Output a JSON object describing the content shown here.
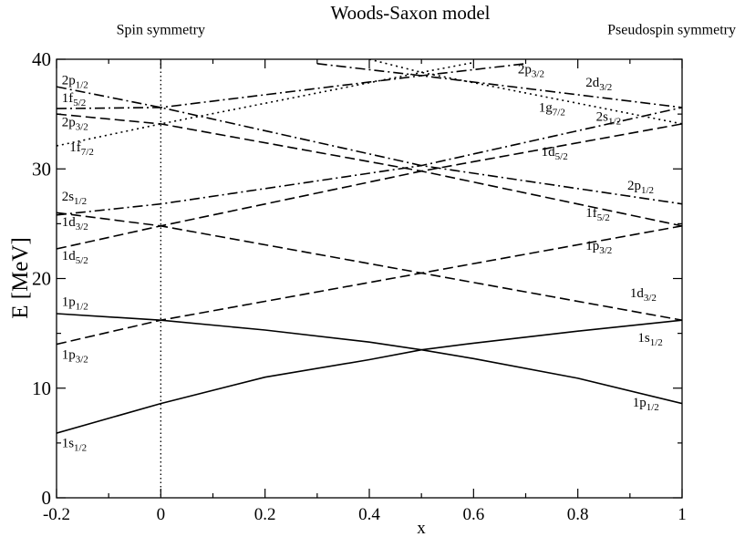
{
  "chart_data": {
    "type": "line",
    "title": "Woods-Saxon model",
    "xlabel": "x",
    "ylabel": "E [MeV]",
    "xlim": [
      -0.2,
      1.0
    ],
    "ylim": [
      0,
      40
    ],
    "xticks": [
      -0.2,
      0,
      0.2,
      0.4,
      0.6,
      0.8,
      1
    ],
    "xtick_labels": [
      "-0.2",
      "0",
      "0.2",
      "0.4",
      "0.6",
      "0.8",
      "1"
    ],
    "yticks": [
      0,
      10,
      20,
      30,
      40
    ],
    "ytick_labels": [
      "0",
      "10",
      "20",
      "30",
      "40"
    ],
    "grid": false,
    "legend": "none",
    "reference_line": {
      "x": 0,
      "style": "dotted"
    },
    "annotations": [
      {
        "text": "Spin symmetry",
        "x": 0.0,
        "y": 42.3
      },
      {
        "text": "Pseudospin symmetry",
        "x": 0.98,
        "y": 42.3
      }
    ],
    "series": [
      {
        "style": "solid",
        "x": [
          -0.2,
          0,
          0.2,
          0.4,
          0.5,
          0.6,
          0.8,
          1.0
        ],
        "y": [
          5.9,
          8.6,
          11.0,
          12.6,
          13.5,
          14.1,
          15.2,
          16.2
        ]
      },
      {
        "style": "solid",
        "x": [
          -0.2,
          0,
          0.2,
          0.4,
          0.5,
          0.6,
          0.8,
          1.0
        ],
        "y": [
          16.8,
          16.2,
          15.3,
          14.2,
          13.5,
          12.7,
          10.9,
          8.6
        ]
      },
      {
        "style": "dashed",
        "x": [
          -0.2,
          0,
          1.0
        ],
        "y": [
          14.0,
          16.2,
          24.8
        ]
      },
      {
        "style": "dashed",
        "x": [
          -0.2,
          0,
          1.0
        ],
        "y": [
          26.0,
          24.8,
          16.2
        ]
      },
      {
        "style": "dashed",
        "x": [
          -0.2,
          0,
          0.5,
          1.0
        ],
        "y": [
          22.7,
          24.8,
          29.8,
          34.1
        ]
      },
      {
        "style": "dashed",
        "x": [
          -0.2,
          0,
          0.5,
          1.0
        ],
        "y": [
          35.0,
          34.1,
          29.8,
          24.8
        ]
      },
      {
        "style": "dashdot",
        "x": [
          -0.2,
          0,
          0.5,
          1.0
        ],
        "y": [
          25.8,
          26.8,
          30.3,
          35.6
        ]
      },
      {
        "style": "dashdot",
        "x": [
          -0.2,
          0,
          0.5,
          1.0
        ],
        "y": [
          37.5,
          35.6,
          30.3,
          26.8
        ]
      },
      {
        "style": "dashdot",
        "x": [
          -0.2,
          0,
          0.5,
          0.7
        ],
        "y": [
          35.5,
          35.6,
          38.5,
          39.6
        ]
      },
      {
        "style": "dashdot",
        "x": [
          0.3,
          0.5,
          1.0
        ],
        "y": [
          39.6,
          38.5,
          35.6
        ]
      },
      {
        "style": "dotted",
        "x": [
          -0.2,
          0,
          0.5,
          0.6
        ],
        "y": [
          32.1,
          34.1,
          38.8,
          39.7
        ]
      },
      {
        "style": "dotted",
        "x": [
          0.4,
          0.5,
          1.0
        ],
        "y": [
          40.0,
          38.8,
          34.1
        ]
      }
    ],
    "labels": [
      {
        "base": "2p",
        "sub": "1/2",
        "x": -0.19,
        "y": 37.7
      },
      {
        "base": "1f",
        "sub": "5/2",
        "x": -0.19,
        "y": 36.1
      },
      {
        "base": "2p",
        "sub": "3/2",
        "x": -0.19,
        "y": 33.9
      },
      {
        "base": "1f",
        "sub": "7/2",
        "x": -0.175,
        "y": 31.6
      },
      {
        "base": "2s",
        "sub": "1/2",
        "x": -0.19,
        "y": 27.1
      },
      {
        "base": "1d",
        "sub": "3/2",
        "x": -0.19,
        "y": 24.8
      },
      {
        "base": "1d",
        "sub": "5/2",
        "x": -0.19,
        "y": 21.7
      },
      {
        "base": "1p",
        "sub": "1/2",
        "x": -0.19,
        "y": 17.5
      },
      {
        "base": "1p",
        "sub": "3/2",
        "x": -0.19,
        "y": 12.7
      },
      {
        "base": "1s",
        "sub": "1/2",
        "x": -0.19,
        "y": 4.6
      },
      {
        "base": "2p",
        "sub": "3/2",
        "x": 0.685,
        "y": 38.7
      },
      {
        "base": "2d",
        "sub": "3/2",
        "x": 0.815,
        "y": 37.5
      },
      {
        "base": "1g",
        "sub": "7/2",
        "x": 0.725,
        "y": 35.2
      },
      {
        "base": "2s",
        "sub": "1/2",
        "x": 0.835,
        "y": 34.4
      },
      {
        "base": "1d",
        "sub": "5/2",
        "x": 0.73,
        "y": 31.2
      },
      {
        "base": "2p",
        "sub": "1/2",
        "x": 0.895,
        "y": 28.1
      },
      {
        "base": "1f",
        "sub": "5/2",
        "x": 0.815,
        "y": 25.6
      },
      {
        "base": "1p",
        "sub": "3/2",
        "x": 0.815,
        "y": 22.6
      },
      {
        "base": "1d",
        "sub": "3/2",
        "x": 0.9,
        "y": 18.3
      },
      {
        "base": "1s",
        "sub": "1/2",
        "x": 0.915,
        "y": 14.2
      },
      {
        "base": "1p",
        "sub": "1/2",
        "x": 0.905,
        "y": 8.3
      }
    ]
  }
}
